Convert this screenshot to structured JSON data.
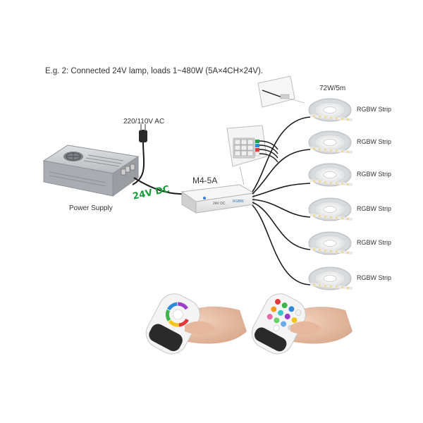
{
  "caption": "E.g. 2: Connected 24V lamp, loads 1~480W (5A×4CH×24V).",
  "power_input_label": "220/110V AC",
  "power_supply_label": "Power Supply",
  "dc_label": "24V DC",
  "controller": {
    "model_label": "M4-5A",
    "face_text": "24V DC",
    "badge_text": "RGBW"
  },
  "strip_spec_label": "72W/5m",
  "strips": [
    {
      "label": "RGBW Strip"
    },
    {
      "label": "RGBW Strip"
    },
    {
      "label": "RGBW Strip"
    },
    {
      "label": "RGBW Strip"
    },
    {
      "label": "RGBW Strip"
    },
    {
      "label": "RGBW Strip"
    }
  ],
  "colors": {
    "dc_text": "#1a9a3a",
    "wire": "#1b1b1b",
    "psu_body": "#c7cacd",
    "controller_body": "#eeeeee",
    "strip_chip": "#f4d58a"
  },
  "icons": {
    "plug": "plug-icon",
    "remote_color_wheel": "color-wheel-remote-icon",
    "remote_buttons": "button-remote-icon"
  }
}
